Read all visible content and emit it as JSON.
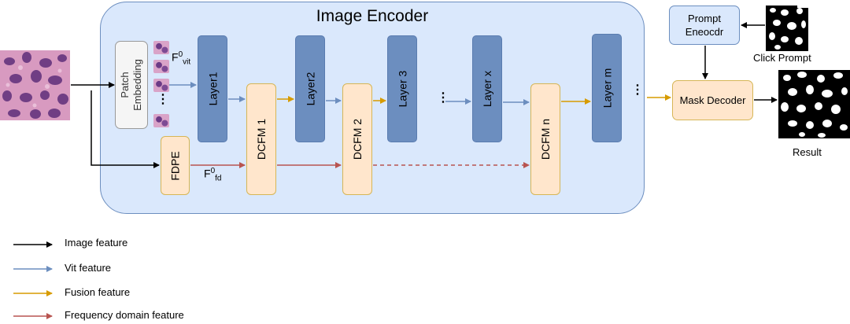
{
  "encoder": {
    "title": "Image Encoder"
  },
  "patch_embedding": {
    "label": "Patch Embedding"
  },
  "f_vit": {
    "base": "F",
    "sup": "0",
    "sub": "vit"
  },
  "f_fd": {
    "base": "F",
    "sup": "0",
    "sub": "fd"
  },
  "fdpe": {
    "label": "FDPE"
  },
  "layers": [
    "Layer1",
    "Layer2",
    "Layer 3",
    "Layer x",
    "Layer m"
  ],
  "dcfm": [
    "DCFM 1",
    "DCFM 2",
    "DCFM n"
  ],
  "prompt_encoder": {
    "label": "Prompt Eneocdr"
  },
  "click_prompt": {
    "label": "Click Prompt"
  },
  "mask_decoder": {
    "label": "Mask Decoder"
  },
  "result": {
    "label": "Result"
  },
  "legend": [
    {
      "label": "Image feature",
      "color": "#000000"
    },
    {
      "label": "Vit feature",
      "color": "#6c8ebf"
    },
    {
      "label": "Fusion feature",
      "color": "#d79b00"
    },
    {
      "label": "Frequency domain feature",
      "color": "#b85450"
    }
  ],
  "colors": {
    "encoder_fill": "#dae8fc",
    "layer_fill": "#6c8ebf",
    "dcfm_fill": "#ffe6cc",
    "image_arrow": "#000000",
    "vit_arrow": "#6c8ebf",
    "fusion_arrow": "#d79b00",
    "freq_arrow": "#b85450"
  }
}
